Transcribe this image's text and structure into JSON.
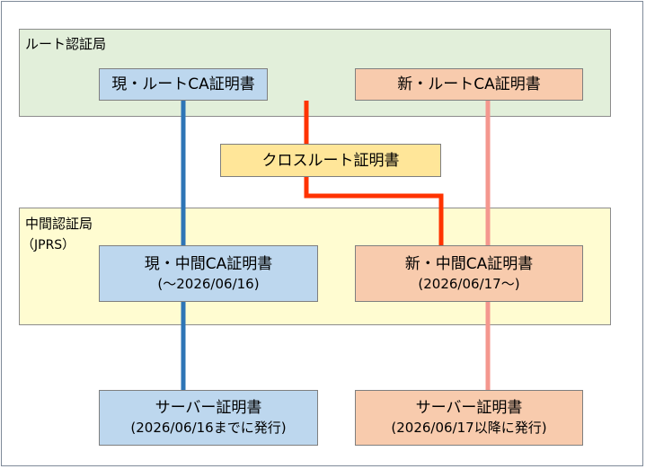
{
  "regions": {
    "root": {
      "label": "ルート認証局"
    },
    "intermediate": {
      "label": "中間認証局",
      "sublabel": "（JPRS）"
    }
  },
  "boxes": {
    "current_root": {
      "title": "現・ルートCA証明書"
    },
    "new_root": {
      "title": "新・ルートCA証明書"
    },
    "cross_root": {
      "title": "クロスルート証明書"
    },
    "current_intermediate": {
      "title": "現・中間CA証明書",
      "period": "(～2026/06/16)"
    },
    "new_intermediate": {
      "title": "新・中間CA証明書",
      "period": "(2026/06/17～)"
    },
    "server_old": {
      "title": "サーバー証明書",
      "period": "(2026/06/16までに発行)"
    },
    "server_new": {
      "title": "サーバー証明書",
      "period": "(2026/06/17以降に発行)"
    }
  },
  "colors": {
    "current_chain_line": "#2e75b6",
    "cross_chain_line": "#ff3300",
    "new_chain_line": "#f4978e",
    "current_box_fill": "#bdd7ee",
    "new_box_fill": "#f8cbad",
    "cross_box_fill": "#ffe699",
    "root_region_fill": "#e2efda",
    "intermediate_region_fill": "#fffcd1"
  }
}
